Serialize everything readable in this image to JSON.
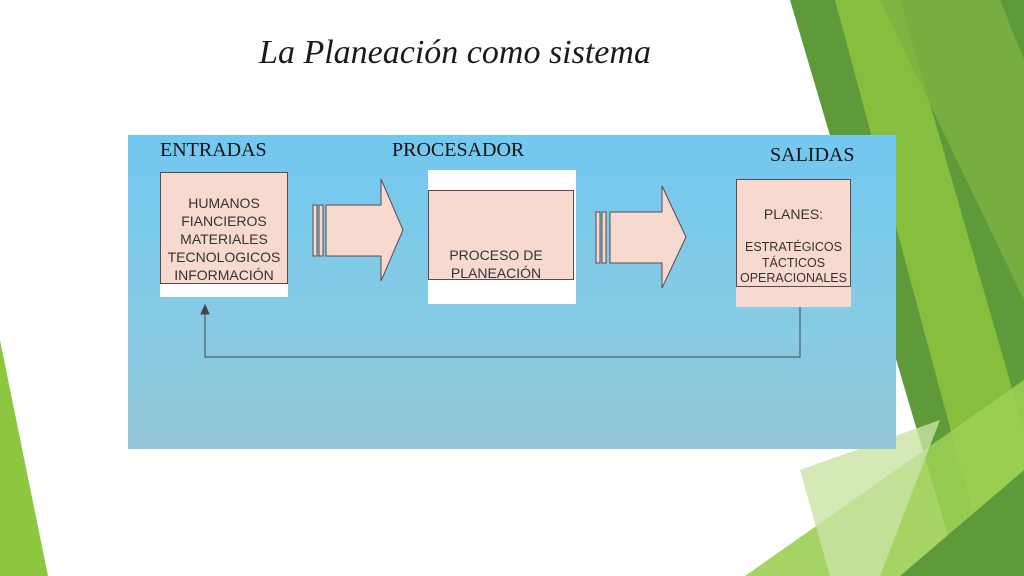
{
  "title": "La Planeación como sistema",
  "stages": {
    "inputs_label": "ENTRADAS",
    "processor_label": "PROCESADOR",
    "outputs_label": "SALIDAS"
  },
  "inputs_box": {
    "lines": [
      "HUMANOS",
      "FIANCIEROS",
      "MATERIALES",
      "TECNOLOGICOS",
      "INFORMACIÓN"
    ]
  },
  "process_box": {
    "lines": [
      "PROCESO DE",
      "PLANEACIÓN"
    ]
  },
  "outputs_box": {
    "heading": "PLANES:",
    "lines": [
      "ESTRATÉGICOS",
      "TÁCTICOS",
      "OPERACIONALES"
    ]
  },
  "colors": {
    "panel": "#7ccbed",
    "box_fill": "#f7d9d0",
    "green_dark": "#5e9a3a",
    "green_light": "#8dc63f"
  }
}
